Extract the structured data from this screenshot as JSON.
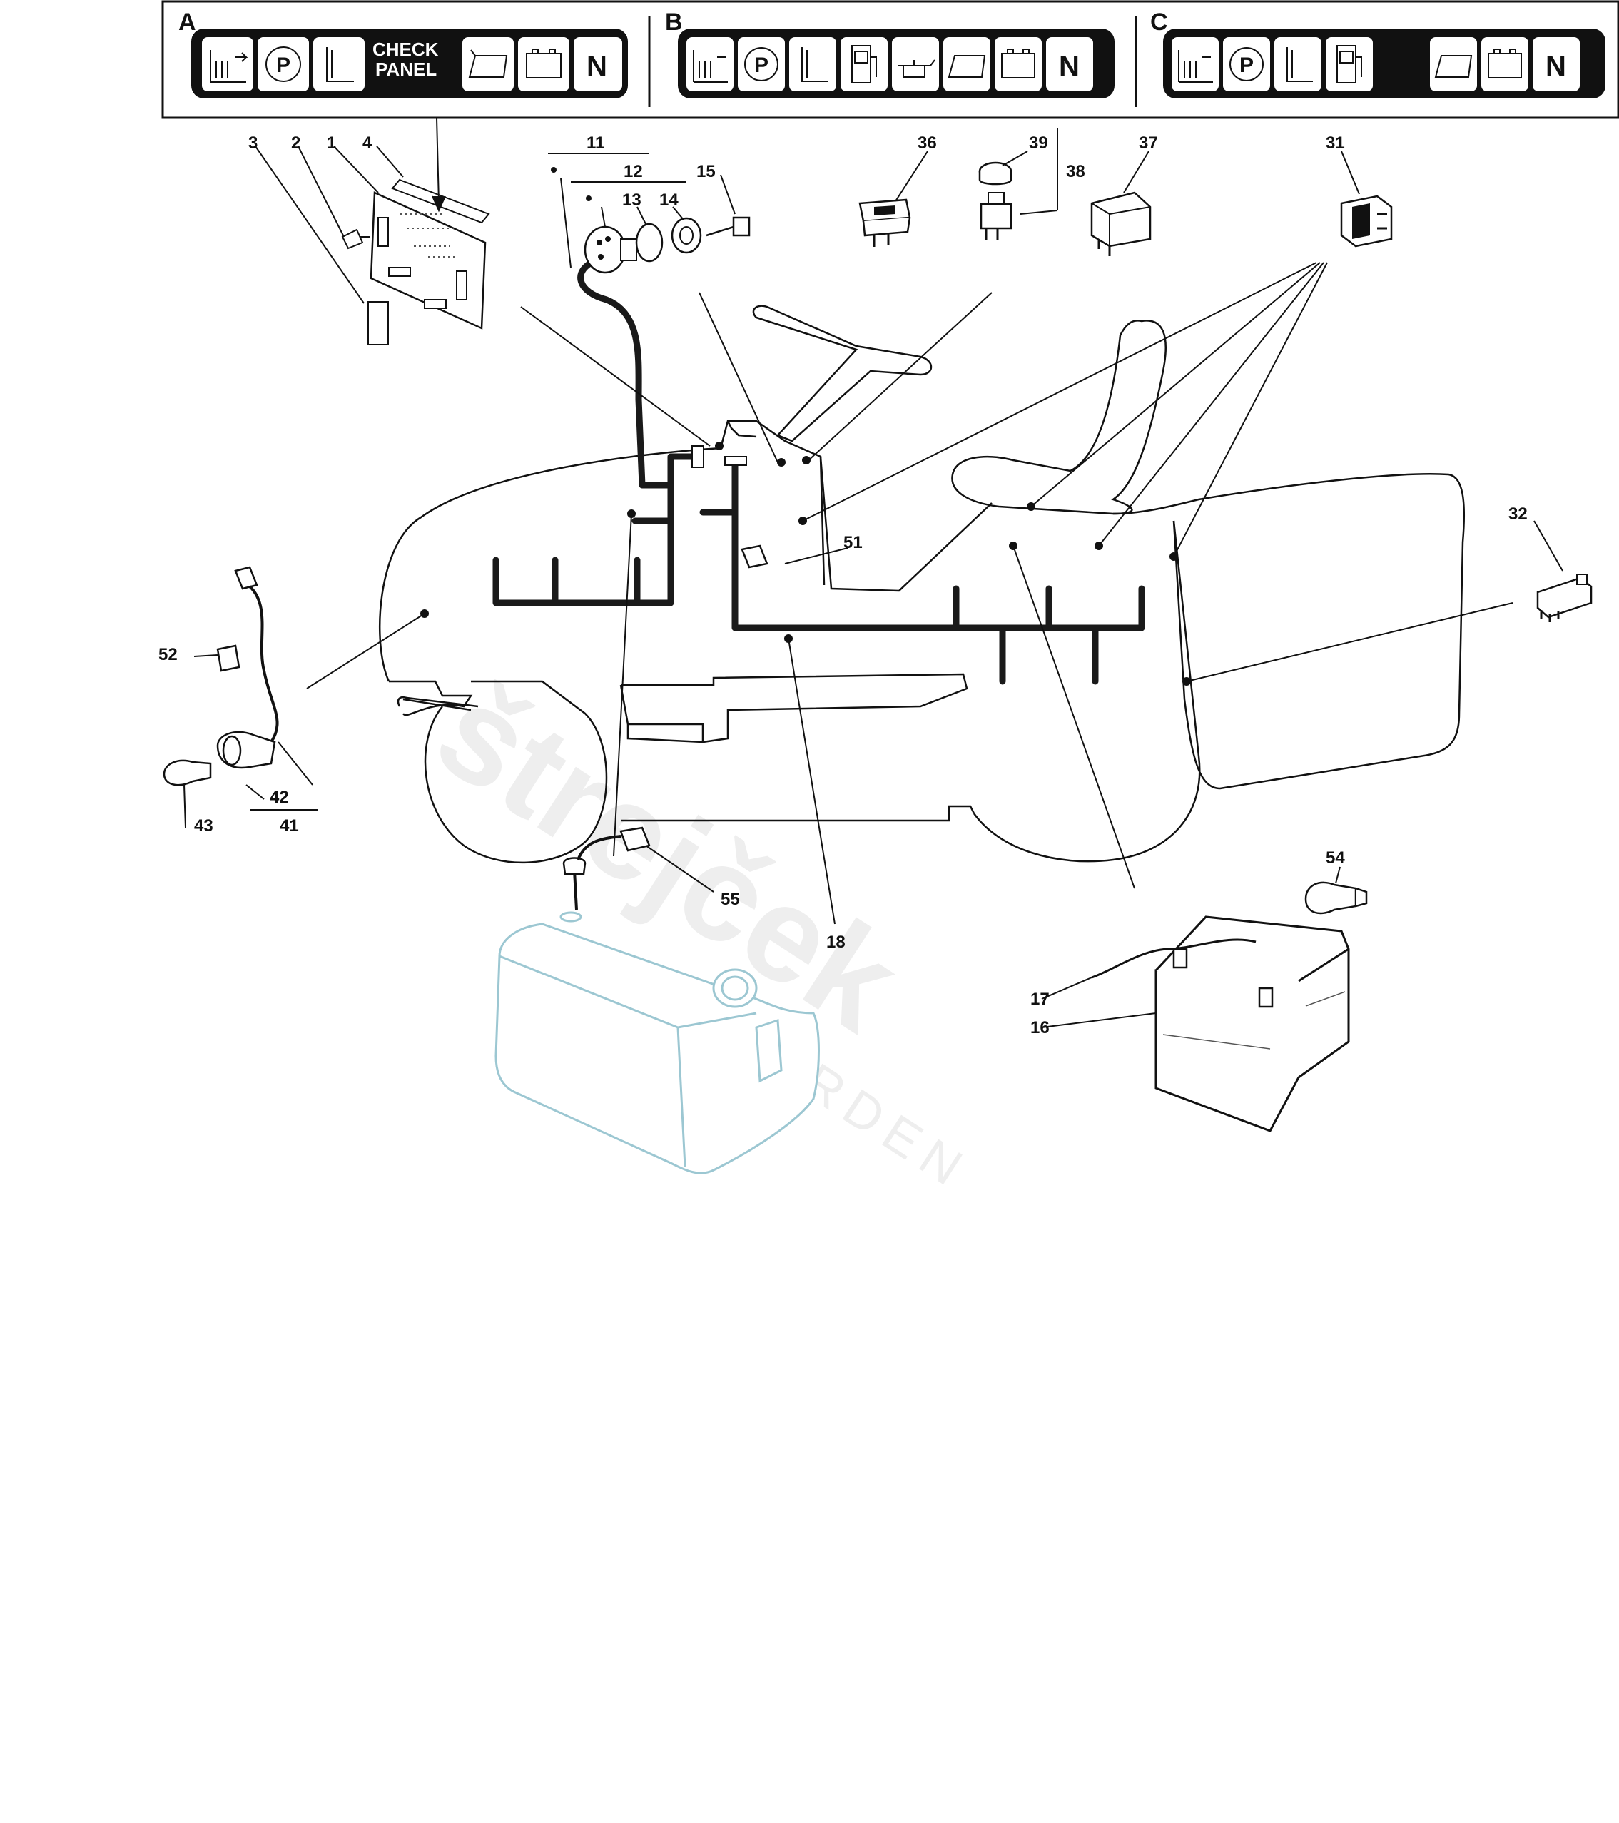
{
  "panels": [
    {
      "letter": "A",
      "check_line1": "CHECK",
      "check_line2": "PANEL",
      "n_label": "N",
      "icons": [
        "cutting-height-icon",
        "parking-brake-icon",
        "seat-icon",
        "grass-catcher-icon",
        "battery-icon",
        "neutral-icon"
      ]
    },
    {
      "letter": "B",
      "n_label": "N",
      "icons": [
        "cutting-height-icon",
        "parking-brake-icon",
        "seat-icon",
        "fuel-icon",
        "oil-can-icon",
        "grass-catcher-icon",
        "battery-icon",
        "neutral-icon"
      ]
    },
    {
      "letter": "C",
      "n_label": "N",
      "icons": [
        "cutting-height-icon",
        "parking-brake-icon",
        "seat-icon",
        "fuel-icon",
        "grass-catcher-icon",
        "battery-icon",
        "neutral-icon"
      ]
    }
  ],
  "callouts": {
    "p1": "1",
    "p2": "2",
    "p3": "3",
    "p4": "4",
    "p11": "11",
    "p12": "12",
    "p13": "13",
    "p14": "14",
    "p15": "15",
    "p16": "16",
    "p17": "17",
    "p18": "18",
    "p31": "31",
    "p32": "32",
    "p36": "36",
    "p37": "37",
    "p38": "38",
    "p39": "39",
    "p41": "41",
    "p42": "42",
    "p43": "43",
    "p51": "51",
    "p52": "52",
    "p54": "54",
    "p55": "55"
  },
  "watermark": {
    "brand": "štrejček",
    "sub": "GARDEN"
  },
  "colors": {
    "line": "#111111",
    "harness": "#1a1a1a",
    "tank": "#9cc7d2",
    "watermark": "#eeeeee"
  }
}
